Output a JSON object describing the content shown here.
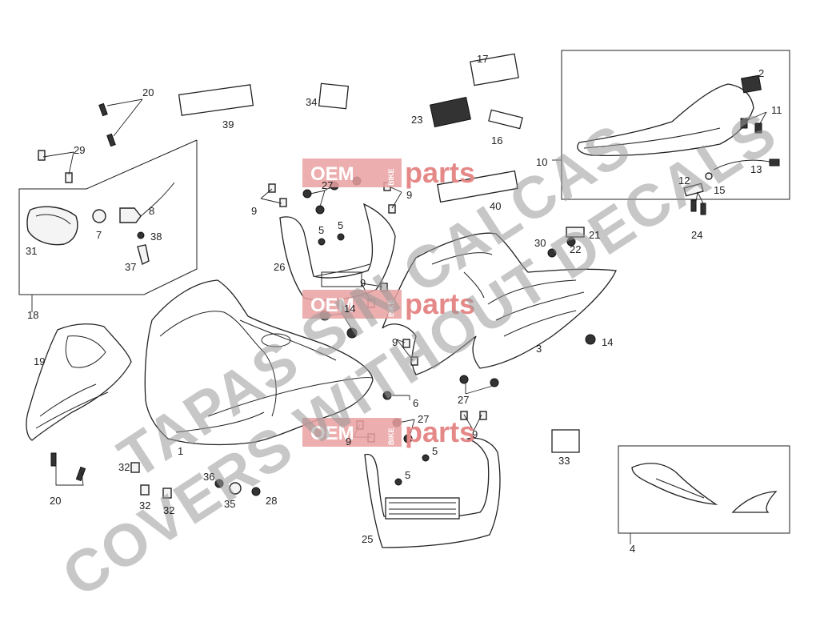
{
  "watermark": {
    "line1": "TAPAS SIN CALCAS",
    "line2": "COVERS WITHOUT DECALS",
    "logo_oem": "OEM",
    "logo_parts": "parts",
    "logo_bike": "BIKE"
  },
  "callouts": {
    "c1": "1",
    "c2": "2",
    "c3": "3",
    "c4": "4",
    "c5a": "5",
    "c5b": "5",
    "c5c": "5",
    "c5d": "5",
    "c6": "6",
    "c7": "7",
    "c8": "8",
    "c9a": "9",
    "c9b": "9",
    "c9c": "9",
    "c9d": "9",
    "c9e": "9",
    "c9f": "9",
    "c10": "10",
    "c11": "11",
    "c12": "12",
    "c13": "13",
    "c14a": "14",
    "c14b": "14",
    "c15": "15",
    "c16": "16",
    "c17": "17",
    "c18": "18",
    "c19": "19",
    "c20a": "20",
    "c20b": "20",
    "c21": "21",
    "c22": "22",
    "c23": "23",
    "c24": "24",
    "c25": "25",
    "c26": "26",
    "c27a": "27",
    "c27b": "27",
    "c27c": "27",
    "c28": "28",
    "c29": "29",
    "c30": "30",
    "c31": "31",
    "c32a": "32",
    "c32b": "32",
    "c32c": "32",
    "c33": "33",
    "c34": "34",
    "c35": "35",
    "c36": "36",
    "c37": "37",
    "c38": "38",
    "c39": "39",
    "c40": "40"
  }
}
